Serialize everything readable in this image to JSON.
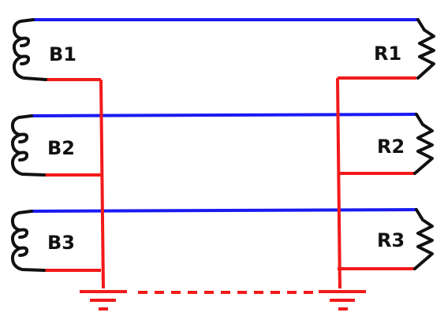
{
  "diagram": {
    "generators": [
      {
        "label": "B1"
      },
      {
        "label": "B2"
      },
      {
        "label": "B3"
      }
    ],
    "loads": [
      {
        "label": "R1"
      },
      {
        "label": "R2"
      },
      {
        "label": "R3"
      }
    ],
    "colors": {
      "line_blue": "#1a1af2",
      "line_red": "#f21a1a",
      "ink": "#111111",
      "background": "#ffffff"
    },
    "components": {
      "generator": "coil-symbol",
      "load": "resistor-zigzag",
      "ground": "ground-symbol",
      "ground_link": "dashed-return-line"
    }
  }
}
